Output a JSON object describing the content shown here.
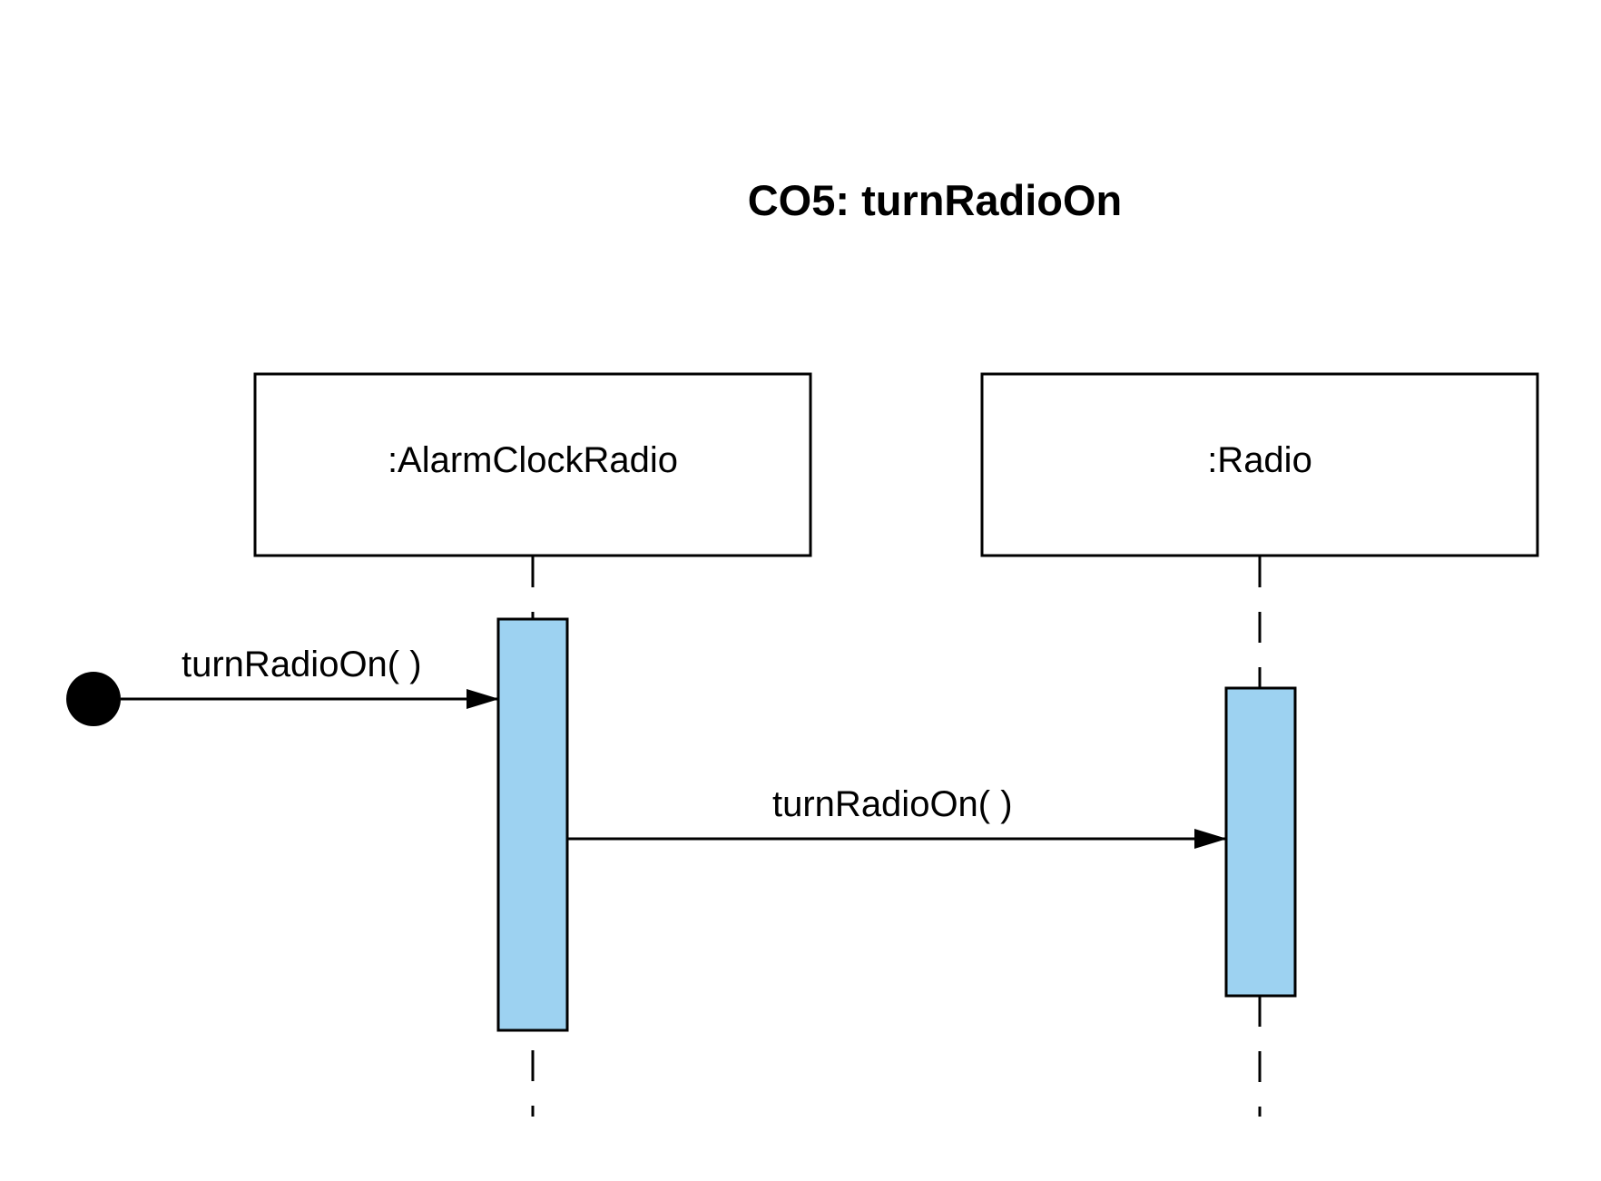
{
  "diagram": {
    "title": "CO5: turnRadioOn",
    "colors": {
      "activation_fill": "#9dd2f1",
      "line": "#000000",
      "background": "#ffffff"
    },
    "lifelines": [
      {
        "id": "alarm-clock-radio",
        "label": ":AlarmClockRadio"
      },
      {
        "id": "radio",
        "label": ":Radio"
      }
    ],
    "messages": [
      {
        "label": "turnRadioOn( )",
        "from": "found-message-start",
        "to": ":AlarmClockRadio"
      },
      {
        "label": "turnRadioOn( )",
        "from": ":AlarmClockRadio",
        "to": ":Radio"
      }
    ]
  }
}
